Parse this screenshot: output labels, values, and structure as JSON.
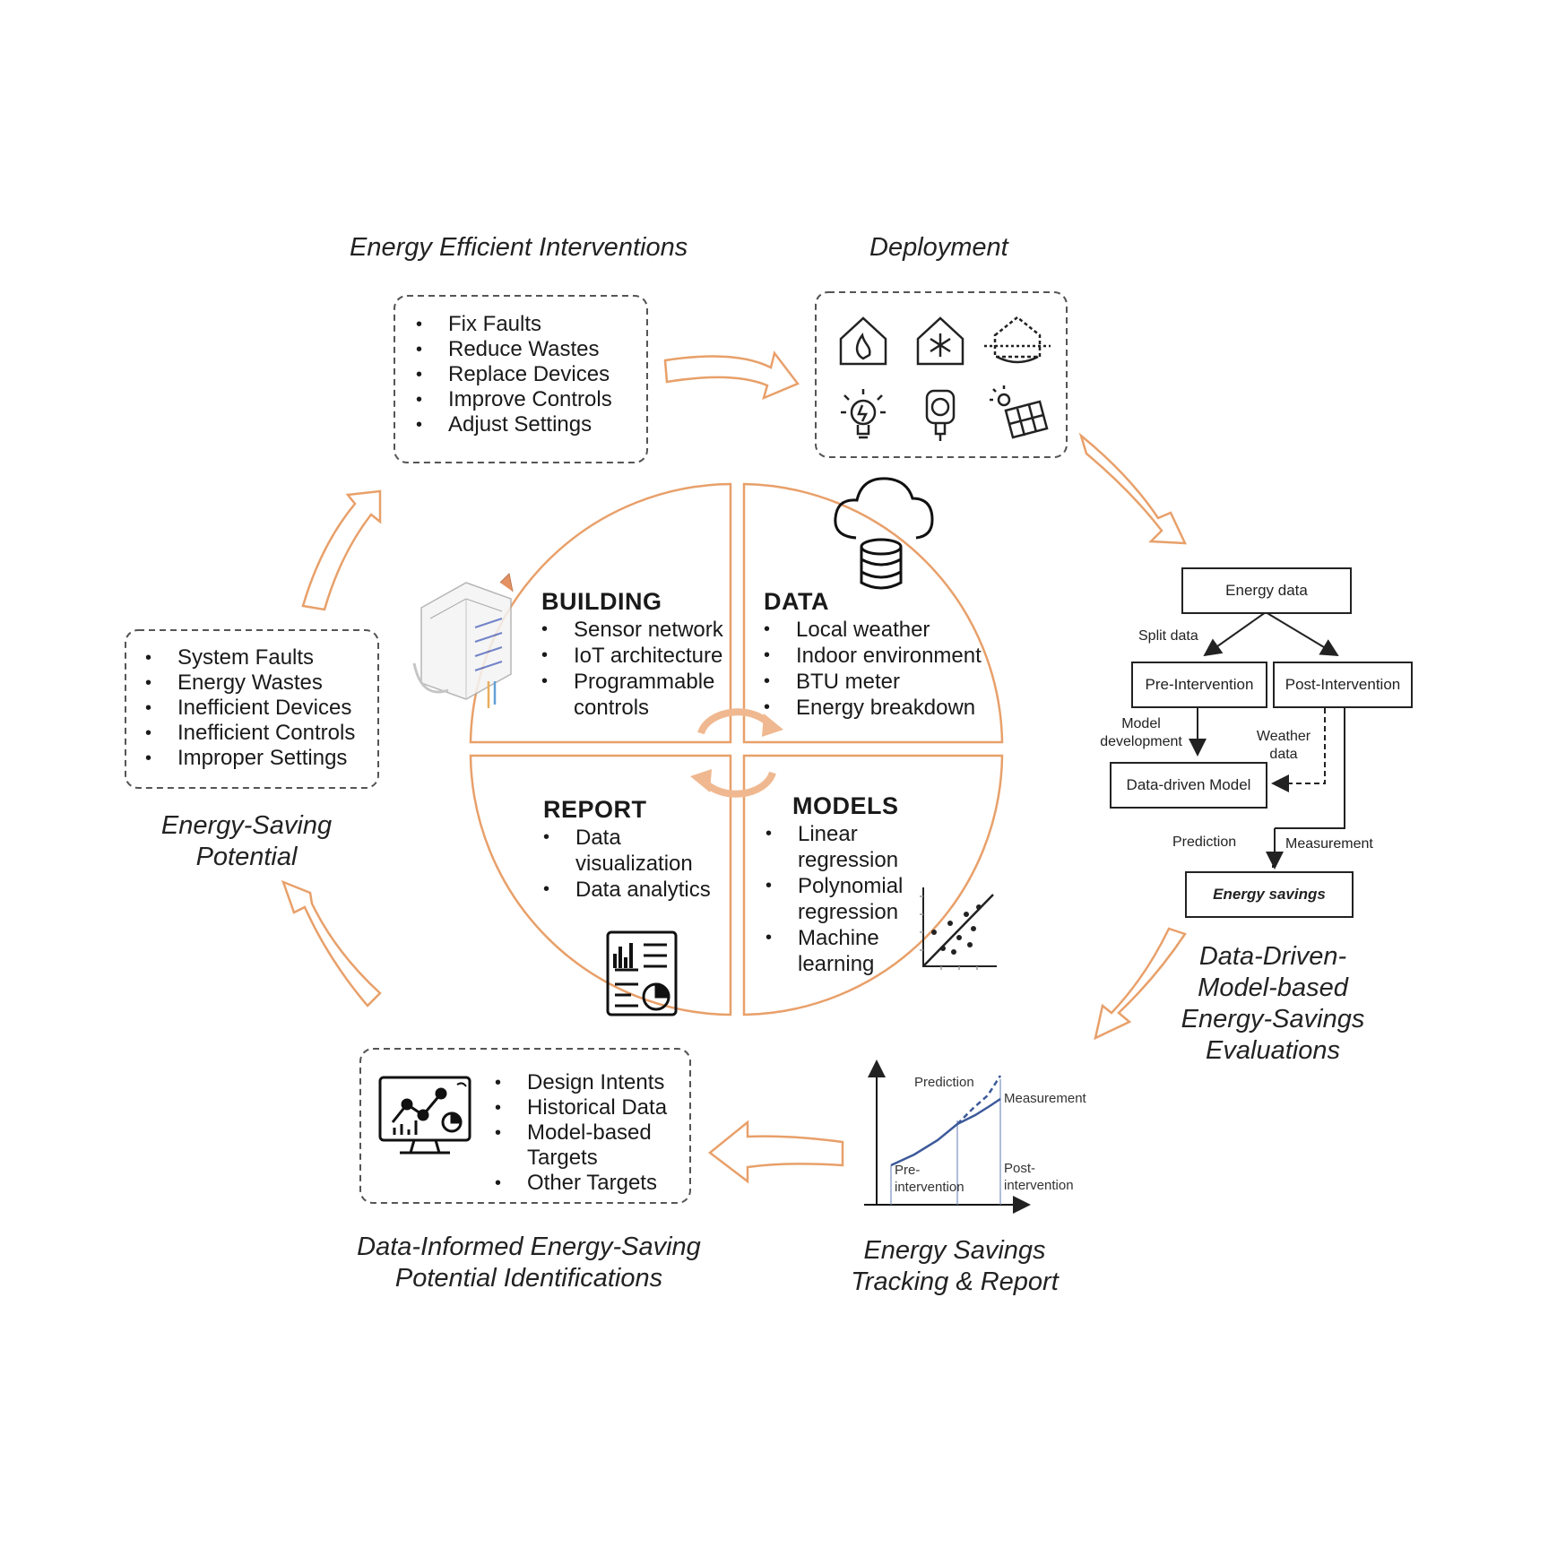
{
  "colors": {
    "accent_orange": "#e8a06a",
    "line": "#222222",
    "chart_blue": "#3d5a9a"
  },
  "interventions": {
    "title": "Energy Efficient Interventions",
    "items": [
      "Fix Faults",
      "Reduce Wastes",
      "Replace Devices",
      "Improve Controls",
      "Adjust Settings"
    ]
  },
  "deployment": {
    "title": "Deployment",
    "icons": [
      "house-fire-icon",
      "house-snowflake-icon",
      "house-insulation-icon",
      "lightbulb-icon",
      "smart-plug-icon",
      "solar-panel-icon"
    ]
  },
  "potential": {
    "title_line1": "Energy-Saving",
    "title_line2": "Potential",
    "items": [
      "System Faults",
      "Energy Wastes",
      "Inefficient Devices",
      "Inefficient Controls",
      "Improper Settings"
    ]
  },
  "quadrants": {
    "building": {
      "title": "BUILDING",
      "items": [
        "Sensor network",
        "IoT architecture",
        "Programmable\ncontrols"
      ],
      "icon": "building-3d-icon"
    },
    "data": {
      "title": "DATA",
      "items": [
        "Local weather",
        "Indoor environment",
        "BTU meter",
        "Energy breakdown"
      ],
      "icon": "cloud-database-icon"
    },
    "report": {
      "title": "REPORT",
      "items": [
        "Data\nvisualization",
        "Data analytics"
      ],
      "icon": "report-document-icon"
    },
    "models": {
      "title": "MODELS",
      "items": [
        "Linear\nregression",
        "Polynomial\nregression",
        "Machine\nlearning"
      ],
      "icon": "scatter-plot-icon"
    }
  },
  "flowchart": {
    "energy_data": "Energy data",
    "split_data": "Split data",
    "pre_intervention": "Pre-Intervention",
    "post_intervention": "Post-Intervention",
    "model_development_line1": "Model",
    "model_development_line2": "development",
    "weather_data_line1": "Weather",
    "weather_data_line2": "data",
    "data_driven_model": "Data-driven Model",
    "prediction": "Prediction",
    "measurement": "Measurement",
    "energy_savings": "Energy savings",
    "title_lines": [
      "Data-Driven-",
      "Model-based",
      "Energy-Savings",
      "Evaluations"
    ]
  },
  "tracking": {
    "prediction_label": "Prediction",
    "measurement_label": "Measurement",
    "pre_label": "Pre-\nintervention",
    "post_label": "Post-\nintervention",
    "title_line1": "Energy Savings",
    "title_line2": "Tracking & Report"
  },
  "identification": {
    "items": [
      "Design Intents",
      "Historical Data",
      "Model-based\nTargets",
      "Other Targets"
    ],
    "icon": "dashboard-monitor-icon",
    "title_line1": "Data-Informed Energy-Saving",
    "title_line2": "Potential Identifications"
  }
}
